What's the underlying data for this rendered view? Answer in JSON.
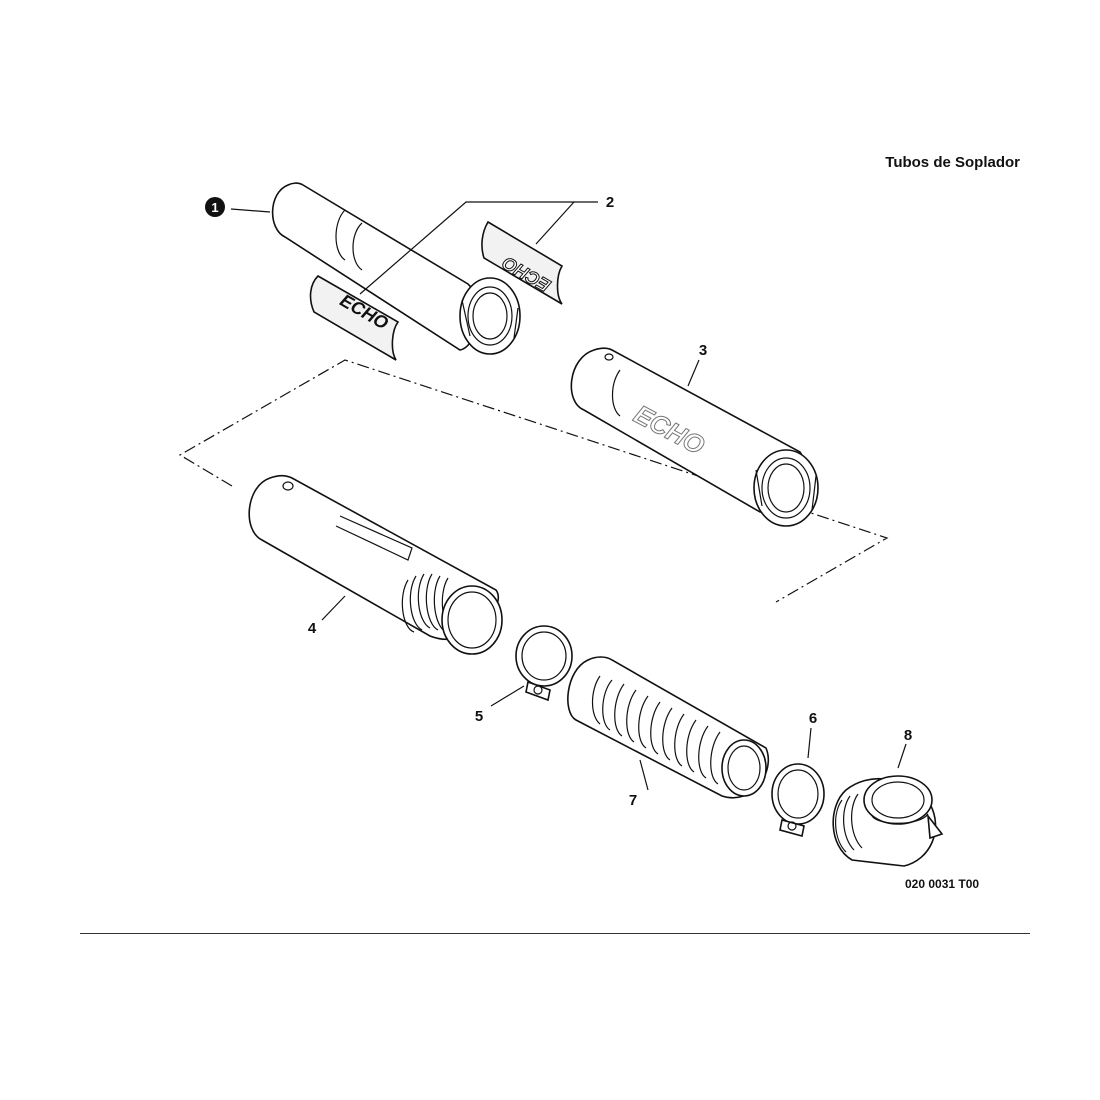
{
  "header": {
    "title": "Tubos de Soplador"
  },
  "drawing_code": "020 0031 T00",
  "decals": {
    "brand": "ECHO"
  },
  "callouts": {
    "c1": "1",
    "c2": "2",
    "c3": "3",
    "c4": "4",
    "c5": "5",
    "c6": "6",
    "c7": "7",
    "c8": "8"
  },
  "colors": {
    "line": "#111111",
    "paper": "#ffffff",
    "decal_fill": "#f2f2f2"
  }
}
